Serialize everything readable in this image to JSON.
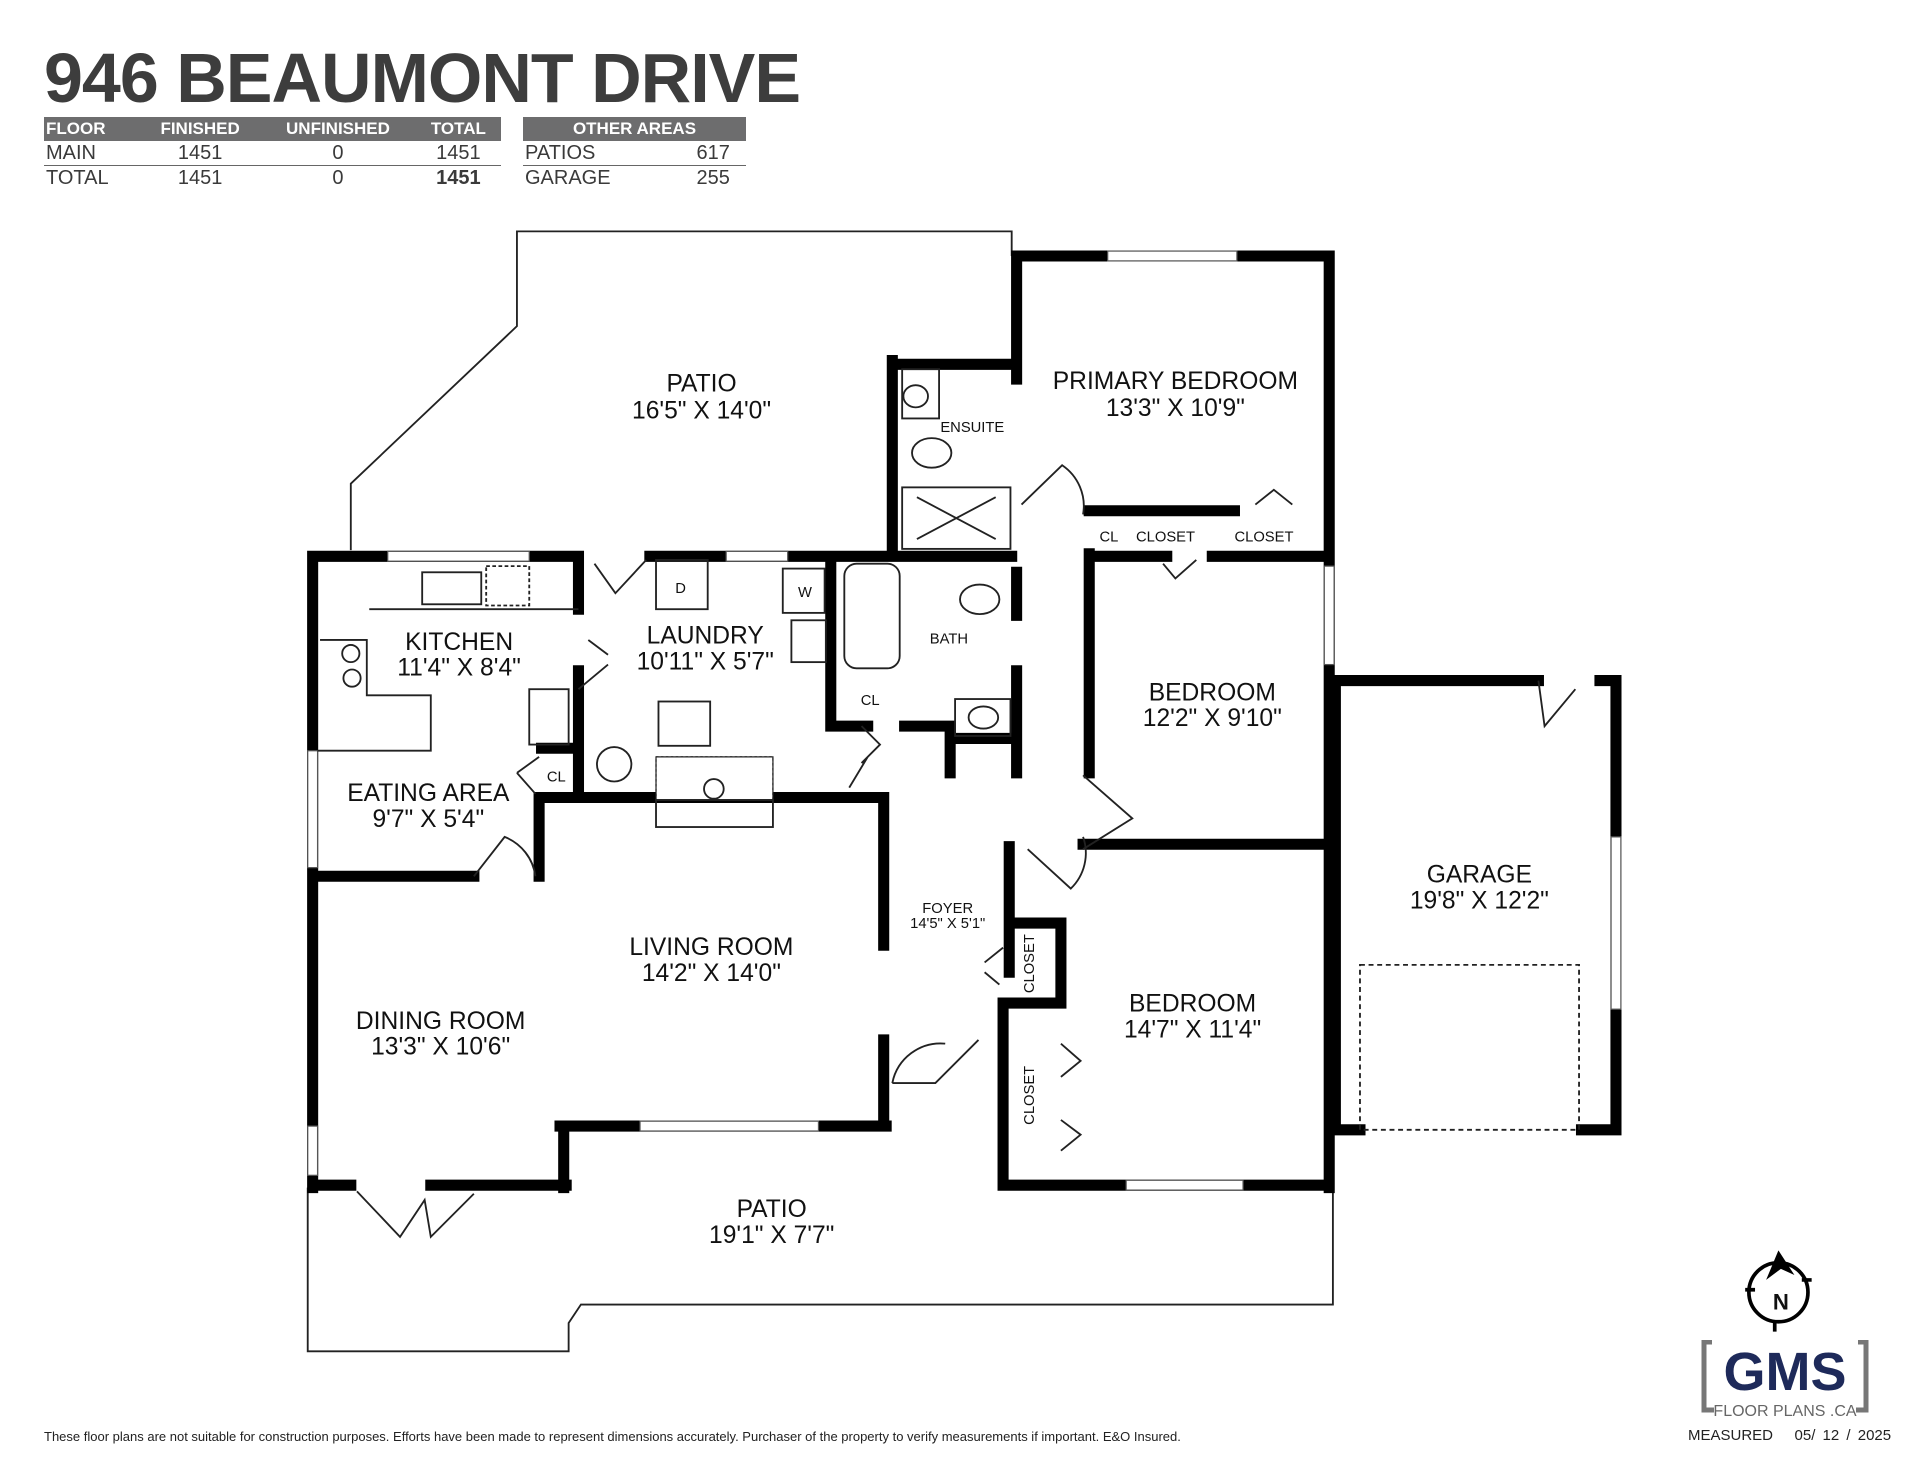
{
  "title": "946 BEAUMONT DRIVE",
  "floor_table": {
    "headers": [
      "FLOOR",
      "FINISHED",
      "UNFINISHED",
      "TOTAL"
    ],
    "rows": [
      [
        "MAIN",
        "1451",
        "0",
        "1451"
      ],
      [
        "TOTAL",
        "1451",
        "0",
        "1451"
      ]
    ]
  },
  "other_areas": {
    "header": "OTHER AREAS",
    "rows": [
      [
        "PATIOS",
        "617"
      ],
      [
        "GARAGE",
        "255"
      ]
    ]
  },
  "rooms": {
    "patio_top": {
      "name": "PATIO",
      "dim": "16'5\" X 14'0\""
    },
    "primary_bedroom": {
      "name": "PRIMARY BEDROOM",
      "dim": "13'3\" X 10'9\""
    },
    "ensuite": {
      "name": "ENSUITE"
    },
    "kitchen": {
      "name": "KITCHEN",
      "dim": "11'4\" X 8'4\""
    },
    "laundry": {
      "name": "LAUNDRY",
      "dim": "10'11\" X 5'7\""
    },
    "bath": {
      "name": "BATH"
    },
    "cl1": {
      "name": "CL"
    },
    "cl2": {
      "name": "CL"
    },
    "cl3": {
      "name": "CL"
    },
    "closet1": {
      "name": "CLOSET"
    },
    "closet2": {
      "name": "CLOSET"
    },
    "closet3": {
      "name": "CLOSET"
    },
    "closet4": {
      "name": "CLOSET"
    },
    "bedroom1": {
      "name": "BEDROOM",
      "dim": "12'2\" X 9'10\""
    },
    "eating_area": {
      "name": "EATING AREA",
      "dim": "9'7\" X 5'4\""
    },
    "garage": {
      "name": "GARAGE",
      "dim": "19'8\" X 12'2\""
    },
    "foyer": {
      "name": "FOYER",
      "dim": "14'5\" X 5'1\""
    },
    "living_room": {
      "name": "LIVING ROOM",
      "dim": "14'2\" X 14'0\""
    },
    "dining_room": {
      "name": "DINING ROOM",
      "dim": "13'3\" X 10'6\""
    },
    "bedroom2": {
      "name": "BEDROOM",
      "dim": "14'7\" X 11'4\""
    },
    "patio_bottom": {
      "name": "PATIO",
      "dim": "19'1\" X 7'7\""
    },
    "dryer": {
      "name": "D"
    },
    "washer": {
      "name": "W"
    }
  },
  "compass": {
    "label": "N"
  },
  "logo": {
    "main": "GMS",
    "sub": "FLOOR PLANS .CA"
  },
  "measured": {
    "label": "MEASURED",
    "date": "05/ 12 / 2025"
  },
  "disclaimer": "These floor plans are not suitable for construction purposes. Efforts have been made to represent dimensions accurately.  Purchaser of the property to verify measurements if important.  E&O Insured.",
  "colors": {
    "header_bg": "#6d6d6e",
    "logo_navy": "#1e2a5a",
    "logo_gray": "#777777"
  }
}
